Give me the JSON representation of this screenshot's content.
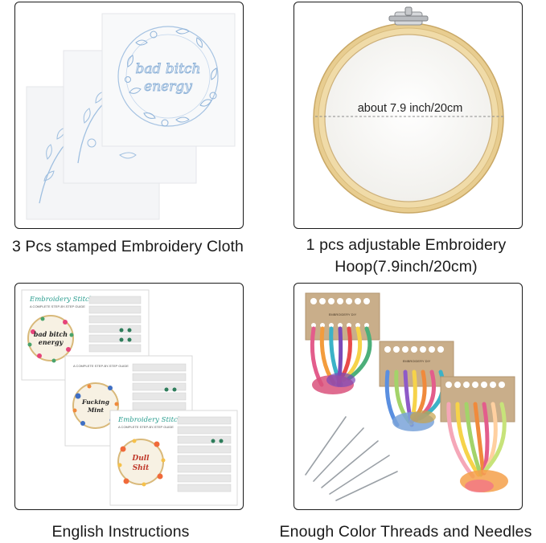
{
  "captions": {
    "cloth": "3 Pcs stamped Embroidery Cloth",
    "hoop_line1": "1 pcs adjustable Embroidery",
    "hoop_line2": "Hoop(7.9inch/20cm)",
    "instructions": "English Instructions",
    "threads": "Enough Color Threads and Needles"
  },
  "cloth_panel": {
    "stamp_text_line1": "bad bitch",
    "stamp_text_line2": "energy"
  },
  "hoop_panel": {
    "measure_label": "about 7.9 inch/20cm"
  },
  "instructions_panel": {
    "sheet_title": "Embroidery Stitches",
    "sheet_subtitle": "A COMPLETE STEP-BY-STEP GUIDE",
    "sheet1_hoop_text_line1": "bad bitch",
    "sheet1_hoop_text_line2": "energy",
    "sheet2_hoop_text_line1": "Fucking",
    "sheet2_hoop_text_line2": "Mint",
    "sheet3_hoop_text_line1": "Dull",
    "sheet3_hoop_text_line2": "Shit"
  },
  "threads_panel": {
    "card_label": "EMBROIDERY DIY"
  },
  "colors": {
    "border": "#1a1a1a",
    "hoop_wood": "#e9cf93",
    "stamp_blue": "#8fb3d9",
    "card_kraft": "#c9ae8a"
  }
}
